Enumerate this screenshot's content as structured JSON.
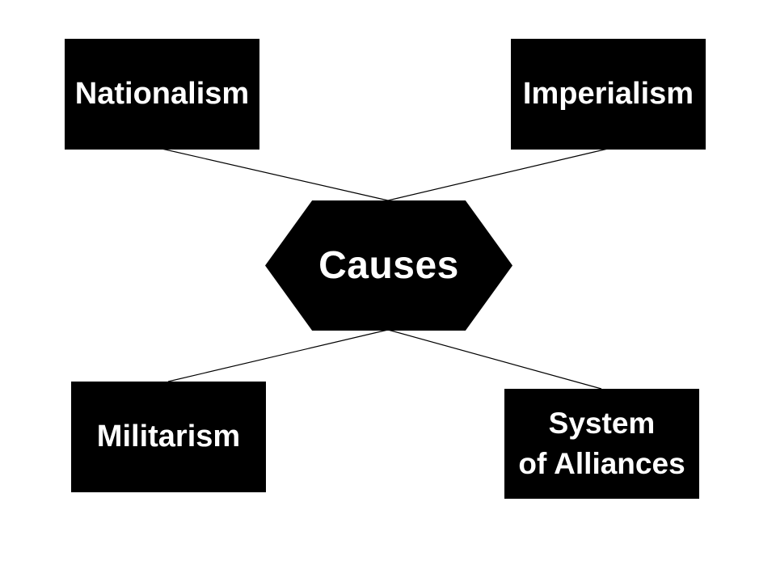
{
  "diagram": {
    "center": {
      "label": "Causes"
    },
    "nodes": [
      {
        "id": "nationalism",
        "label": "Nationalism"
      },
      {
        "id": "imperialism",
        "label": "Imperialism"
      },
      {
        "id": "militarism",
        "label": "Militarism"
      },
      {
        "id": "alliances",
        "line1": "System",
        "line2": "of Alliances"
      }
    ],
    "colors": {
      "node_fill": "#000000",
      "text": "#ffffff",
      "connector": "#000000",
      "background": "#ffffff"
    }
  }
}
